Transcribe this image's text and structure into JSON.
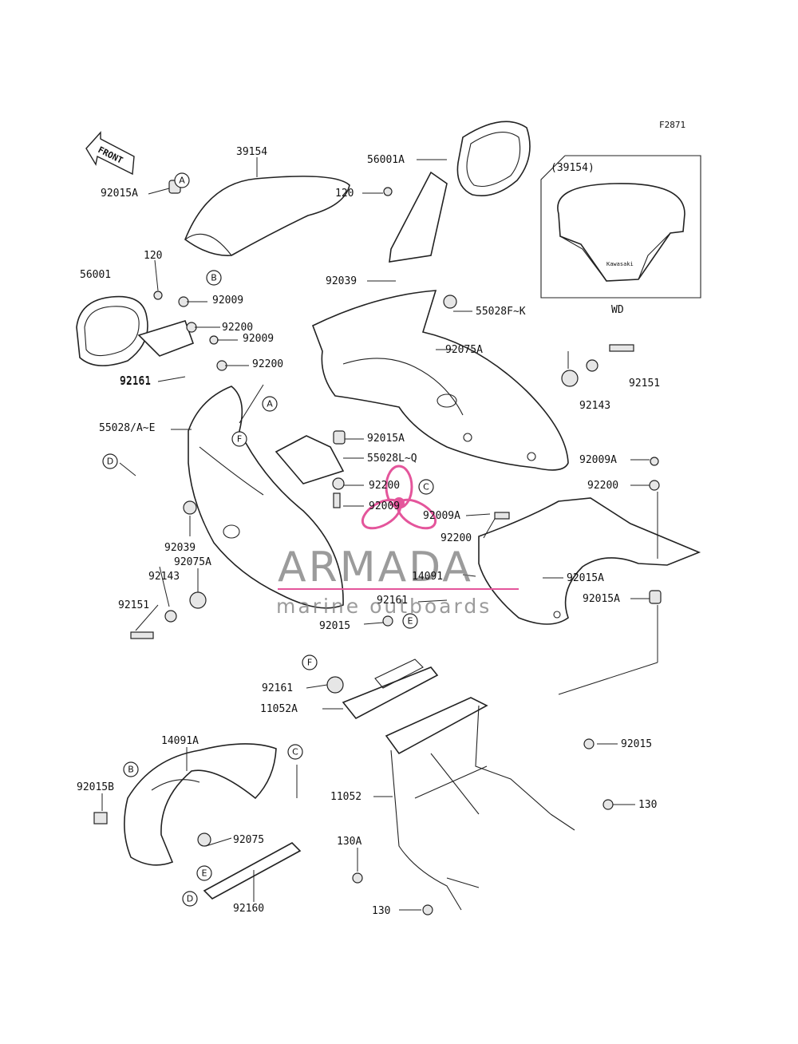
{
  "figure_id": "F2871",
  "front_arrow": "FRONT",
  "inset": {
    "title": "(39154)",
    "caption": "WD",
    "brand_text": "Kawasaki"
  },
  "watermark": {
    "brand": "ARMADA",
    "tagline": "marine outboards",
    "accent_color": "#e4559b"
  },
  "part_labels": [
    "39154",
    "56001A",
    "92015A",
    "120",
    "56001",
    "92009",
    "92200",
    "92161",
    "120",
    "92039",
    "55028F~K",
    "92075A",
    "92009",
    "92200",
    "92151",
    "92143",
    "92161",
    "55028/A~E",
    "92015A",
    "55028L~Q",
    "92009A",
    "92200",
    "92200",
    "92009",
    "92009A",
    "92039",
    "92200",
    "92075A",
    "92143",
    "14091",
    "92015A",
    "92015A",
    "92151",
    "92161",
    "92015",
    "92161",
    "11052A",
    "92015",
    "14091A",
    "130",
    "92015B",
    "11052",
    "92075",
    "130A",
    "92160",
    "130"
  ],
  "callout_letters": [
    "A",
    "B",
    "A",
    "F",
    "D",
    "C",
    "E",
    "F",
    "C",
    "B",
    "E",
    "D"
  ]
}
